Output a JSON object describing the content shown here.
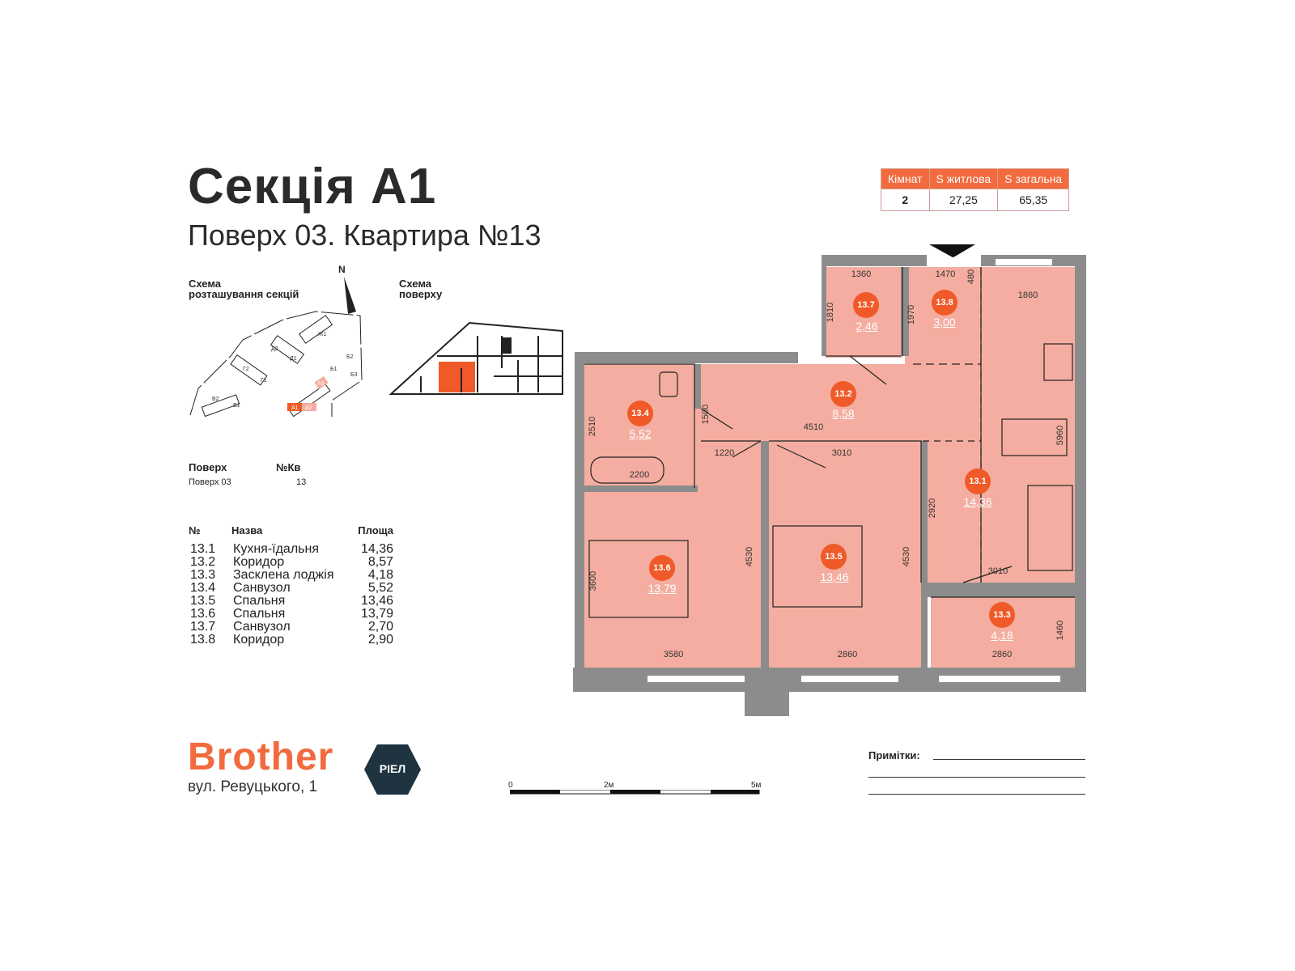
{
  "header": {
    "title": "Секція А1",
    "subtitle": "Поверх 03. Квартира №13"
  },
  "summary": {
    "headers": [
      "Кімнат",
      "S житлова",
      "S загальна"
    ],
    "values": [
      "2",
      "27,25",
      "65,35"
    ]
  },
  "schemes": {
    "sections_title_1": "Схема",
    "sections_title_2": "розташування секцій",
    "floor_title_1": "Схема",
    "floor_title_2": "поверху",
    "north": "N",
    "section_labels": [
      "Ж1",
      "Д2",
      "Д1",
      "Г2",
      "Г1",
      "Б2",
      "Б1",
      "Б3",
      "В2",
      "В1",
      "А1",
      "А2",
      "А3"
    ]
  },
  "floor_info": {
    "floor_header": "Поверх",
    "apt_header": "№Кв",
    "floor_value": "Поверх 03",
    "apt_value": "13"
  },
  "rooms_table": {
    "headers": [
      "№",
      "Назва",
      "Площа"
    ],
    "rows": [
      [
        "13.1",
        "Кухня-їдальня",
        "14,36"
      ],
      [
        "13.2",
        "Коридор",
        "8,57"
      ],
      [
        "13.3",
        "Засклена лоджія",
        "4,18"
      ],
      [
        "13.4",
        "Санвузол",
        "5,52"
      ],
      [
        "13.5",
        "Спальня",
        "13,46"
      ],
      [
        "13.6",
        "Спальня",
        "13,79"
      ],
      [
        "13.7",
        "Санвузол",
        "2,70"
      ],
      [
        "13.8",
        "Коридор",
        "2,90"
      ]
    ]
  },
  "plan": {
    "rooms": [
      {
        "id": "13.7",
        "area": "2,46"
      },
      {
        "id": "13.8",
        "area": "3,00"
      },
      {
        "id": "13.2",
        "area": "8,58"
      },
      {
        "id": "13.4",
        "area": "5,52"
      },
      {
        "id": "13.1",
        "area": "14,36"
      },
      {
        "id": "13.6",
        "area": "13,79"
      },
      {
        "id": "13.5",
        "area": "13,46"
      },
      {
        "id": "13.3",
        "area": "4,18"
      }
    ],
    "dims": [
      "1360",
      "1470",
      "480",
      "1860",
      "1810",
      "1970",
      "2510",
      "1500",
      "4510",
      "1220",
      "3010",
      "2200",
      "5960",
      "2920",
      "4530",
      "4530",
      "3600",
      "3010",
      "3580",
      "2860",
      "2860",
      "1460"
    ],
    "colors": {
      "room": "#f4ada0",
      "wall": "#8c8c8c",
      "accent": "#f05a28"
    }
  },
  "scale": {
    "labels": [
      "0",
      "2м",
      "5м"
    ]
  },
  "footer": {
    "brand": "Brother",
    "badge": "РІЕЛ",
    "address": "вул. Ревуцького, 1",
    "notes_label": "Примітки:"
  }
}
